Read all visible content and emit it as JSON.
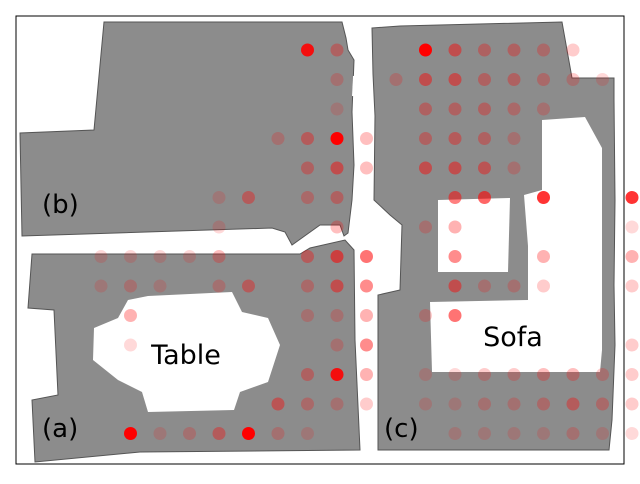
{
  "colors": {
    "floor": "#8c8c8c",
    "floor_stroke": "#555555",
    "free": "#ffffff",
    "frame": "#000000",
    "point": "#ff0000"
  },
  "labels": {
    "region_a": "(a)",
    "region_b": "(b)",
    "region_c": "(c)",
    "table": "Table",
    "sofa": "Sofa"
  },
  "chart_data": {
    "type": "scatter",
    "title": "",
    "xlabel": "",
    "ylabel": "",
    "grid": false,
    "note_units": "grid column/row index of sampling lattice; alpha = red intensity (0-1)",
    "points": [
      {
        "c": 9,
        "r": 0,
        "a": 0.9
      },
      {
        "c": 10,
        "r": 0,
        "a": 0.3
      },
      {
        "c": 13,
        "r": 0,
        "a": 1.0
      },
      {
        "c": 14,
        "r": 0,
        "a": 0.45
      },
      {
        "c": 15,
        "r": 0,
        "a": 0.3
      },
      {
        "c": 16,
        "r": 0,
        "a": 0.3
      },
      {
        "c": 17,
        "r": 0,
        "a": 0.25
      },
      {
        "c": 18,
        "r": 0,
        "a": 0.2
      },
      {
        "c": 10,
        "r": 1,
        "a": 0.2
      },
      {
        "c": 12,
        "r": 1,
        "a": 0.2
      },
      {
        "c": 13,
        "r": 1,
        "a": 0.45
      },
      {
        "c": 14,
        "r": 1,
        "a": 0.45
      },
      {
        "c": 15,
        "r": 1,
        "a": 0.3
      },
      {
        "c": 16,
        "r": 1,
        "a": 0.3
      },
      {
        "c": 17,
        "r": 1,
        "a": 0.25
      },
      {
        "c": 18,
        "r": 1,
        "a": 0.2
      },
      {
        "c": 19,
        "r": 1,
        "a": 0.15
      },
      {
        "c": 10,
        "r": 2,
        "a": 0.15
      },
      {
        "c": 13,
        "r": 2,
        "a": 0.3
      },
      {
        "c": 14,
        "r": 2,
        "a": 0.3
      },
      {
        "c": 15,
        "r": 2,
        "a": 0.3
      },
      {
        "c": 16,
        "r": 2,
        "a": 0.25
      },
      {
        "c": 17,
        "r": 2,
        "a": 0.2
      },
      {
        "c": 8,
        "r": 3,
        "a": 0.2
      },
      {
        "c": 9,
        "r": 3,
        "a": 0.35
      },
      {
        "c": 10,
        "r": 3,
        "a": 1.0
      },
      {
        "c": 11,
        "r": 3,
        "a": 0.25
      },
      {
        "c": 13,
        "r": 3,
        "a": 0.3
      },
      {
        "c": 14,
        "r": 3,
        "a": 0.35
      },
      {
        "c": 15,
        "r": 3,
        "a": 0.3
      },
      {
        "c": 16,
        "r": 3,
        "a": 0.2
      },
      {
        "c": 9,
        "r": 4,
        "a": 0.3
      },
      {
        "c": 10,
        "r": 4,
        "a": 0.45
      },
      {
        "c": 11,
        "r": 4,
        "a": 0.25
      },
      {
        "c": 13,
        "r": 4,
        "a": 0.45
      },
      {
        "c": 14,
        "r": 4,
        "a": 0.45
      },
      {
        "c": 15,
        "r": 4,
        "a": 0.4
      },
      {
        "c": 16,
        "r": 4,
        "a": 0.2
      },
      {
        "c": 6,
        "r": 5,
        "a": 0.15
      },
      {
        "c": 7,
        "r": 5,
        "a": 0.35
      },
      {
        "c": 9,
        "r": 5,
        "a": 0.25
      },
      {
        "c": 10,
        "r": 5,
        "a": 0.3
      },
      {
        "c": 14,
        "r": 5,
        "a": 0.5
      },
      {
        "c": 15,
        "r": 5,
        "a": 0.6
      },
      {
        "c": 17,
        "r": 5,
        "a": 0.8
      },
      {
        "c": 20,
        "r": 5,
        "a": 0.8
      },
      {
        "c": 6,
        "r": 6,
        "a": 0.15
      },
      {
        "c": 10,
        "r": 6,
        "a": 0.25
      },
      {
        "c": 13,
        "r": 6,
        "a": 0.2
      },
      {
        "c": 14,
        "r": 6,
        "a": 0.3
      },
      {
        "c": 20,
        "r": 6,
        "a": 0.15
      },
      {
        "c": 2,
        "r": 7,
        "a": 0.15
      },
      {
        "c": 3,
        "r": 7,
        "a": 0.15
      },
      {
        "c": 4,
        "r": 7,
        "a": 0.15
      },
      {
        "c": 5,
        "r": 7,
        "a": 0.15
      },
      {
        "c": 6,
        "r": 7,
        "a": 0.25
      },
      {
        "c": 9,
        "r": 7,
        "a": 0.35
      },
      {
        "c": 10,
        "r": 7,
        "a": 0.55
      },
      {
        "c": 11,
        "r": 7,
        "a": 0.55
      },
      {
        "c": 14,
        "r": 7,
        "a": 0.45
      },
      {
        "c": 17,
        "r": 7,
        "a": 0.3
      },
      {
        "c": 20,
        "r": 7,
        "a": 0.3
      },
      {
        "c": 2,
        "r": 8,
        "a": 0.15
      },
      {
        "c": 3,
        "r": 8,
        "a": 0.2
      },
      {
        "c": 4,
        "r": 8,
        "a": 0.15
      },
      {
        "c": 6,
        "r": 8,
        "a": 0.2
      },
      {
        "c": 7,
        "r": 8,
        "a": 0.35
      },
      {
        "c": 9,
        "r": 8,
        "a": 0.25
      },
      {
        "c": 10,
        "r": 8,
        "a": 0.45
      },
      {
        "c": 11,
        "r": 8,
        "a": 0.45
      },
      {
        "c": 14,
        "r": 8,
        "a": 0.45
      },
      {
        "c": 15,
        "r": 8,
        "a": 0.2
      },
      {
        "c": 16,
        "r": 8,
        "a": 0.2
      },
      {
        "c": 17,
        "r": 8,
        "a": 0.2
      },
      {
        "c": 20,
        "r": 8,
        "a": 0.2
      },
      {
        "c": 3,
        "r": 9,
        "a": 0.3
      },
      {
        "c": 9,
        "r": 9,
        "a": 0.2
      },
      {
        "c": 10,
        "r": 9,
        "a": 0.2
      },
      {
        "c": 11,
        "r": 9,
        "a": 0.3
      },
      {
        "c": 13,
        "r": 9,
        "a": 0.2
      },
      {
        "c": 14,
        "r": 9,
        "a": 0.55
      },
      {
        "c": 3,
        "r": 10,
        "a": 0.15
      },
      {
        "c": 10,
        "r": 10,
        "a": 0.2
      },
      {
        "c": 11,
        "r": 10,
        "a": 0.45
      },
      {
        "c": 20,
        "r": 10,
        "a": 0.2
      },
      {
        "c": 9,
        "r": 11,
        "a": 0.3
      },
      {
        "c": 10,
        "r": 11,
        "a": 0.9
      },
      {
        "c": 11,
        "r": 11,
        "a": 0.3
      },
      {
        "c": 13,
        "r": 11,
        "a": 0.15
      },
      {
        "c": 14,
        "r": 11,
        "a": 0.15
      },
      {
        "c": 15,
        "r": 11,
        "a": 0.2
      },
      {
        "c": 16,
        "r": 11,
        "a": 0.2
      },
      {
        "c": 17,
        "r": 11,
        "a": 0.25
      },
      {
        "c": 18,
        "r": 11,
        "a": 0.25
      },
      {
        "c": 19,
        "r": 11,
        "a": 0.2
      },
      {
        "c": 20,
        "r": 11,
        "a": 0.2
      },
      {
        "c": 8,
        "r": 12,
        "a": 0.4
      },
      {
        "c": 9,
        "r": 12,
        "a": 0.25
      },
      {
        "c": 10,
        "r": 12,
        "a": 0.2
      },
      {
        "c": 11,
        "r": 12,
        "a": 0.2
      },
      {
        "c": 13,
        "r": 12,
        "a": 0.15
      },
      {
        "c": 14,
        "r": 12,
        "a": 0.15
      },
      {
        "c": 15,
        "r": 12,
        "a": 0.2
      },
      {
        "c": 16,
        "r": 12,
        "a": 0.2
      },
      {
        "c": 17,
        "r": 12,
        "a": 0.25
      },
      {
        "c": 18,
        "r": 12,
        "a": 0.35
      },
      {
        "c": 19,
        "r": 12,
        "a": 0.25
      },
      {
        "c": 20,
        "r": 12,
        "a": 0.2
      },
      {
        "c": 3,
        "r": 13,
        "a": 1.0
      },
      {
        "c": 4,
        "r": 13,
        "a": 0.15
      },
      {
        "c": 5,
        "r": 13,
        "a": 0.2
      },
      {
        "c": 6,
        "r": 13,
        "a": 0.35
      },
      {
        "c": 7,
        "r": 13,
        "a": 1.0
      },
      {
        "c": 8,
        "r": 13,
        "a": 0.2
      },
      {
        "c": 9,
        "r": 13,
        "a": 0.15
      },
      {
        "c": 14,
        "r": 13,
        "a": 0.15
      },
      {
        "c": 15,
        "r": 13,
        "a": 0.15
      },
      {
        "c": 16,
        "r": 13,
        "a": 0.15
      },
      {
        "c": 17,
        "r": 13,
        "a": 0.15
      },
      {
        "c": 18,
        "r": 13,
        "a": 0.2
      },
      {
        "c": 19,
        "r": 13,
        "a": 0.15
      },
      {
        "c": 20,
        "r": 13,
        "a": 0.15
      }
    ]
  }
}
